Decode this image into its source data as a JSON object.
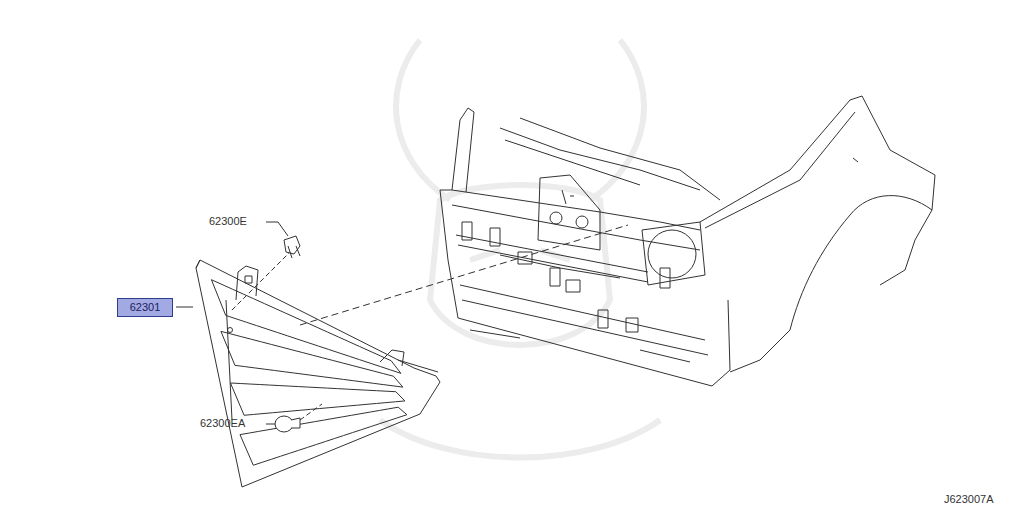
{
  "diagram": {
    "nodes": [
      {
        "text": [
          "62301"
        ]
      }
    ],
    "labels": [
      "62300E",
      "62300EA",
      "J623007A"
    ]
  }
}
